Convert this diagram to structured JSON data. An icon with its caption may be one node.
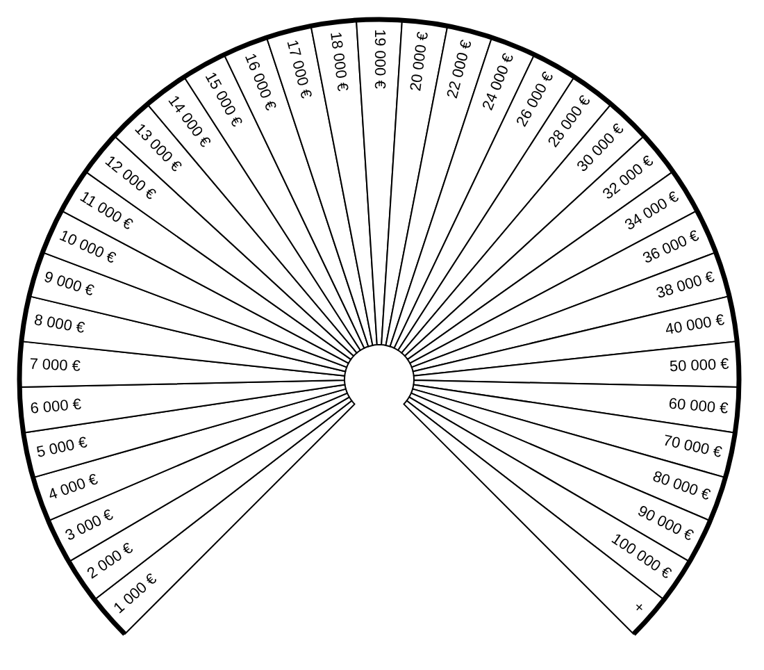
{
  "diagram": {
    "nodes": [
      {
        "text": [
          "1 000 €"
        ]
      },
      {
        "text": [
          "2 000 €"
        ]
      },
      {
        "text": [
          "3 000 €"
        ]
      },
      {
        "text": [
          "4 000 €"
        ]
      },
      {
        "text": [
          "5 000 €"
        ]
      },
      {
        "text": [
          "6 000 €"
        ]
      },
      {
        "text": [
          "7 000 €"
        ]
      },
      {
        "text": [
          "8 000 €"
        ]
      },
      {
        "text": [
          "9 000 €"
        ]
      },
      {
        "text": [
          "10 000 €"
        ]
      },
      {
        "text": [
          "11 000 €"
        ]
      },
      {
        "text": [
          "12 000 €"
        ]
      },
      {
        "text": [
          "13 000 €"
        ]
      },
      {
        "text": [
          "14 000 €"
        ]
      },
      {
        "text": [
          "15 000 €"
        ]
      },
      {
        "text": [
          "16 000 €"
        ]
      },
      {
        "text": [
          "17 000 €"
        ]
      },
      {
        "text": [
          "18 000 €"
        ]
      },
      {
        "text": [
          "19 000 €"
        ]
      },
      {
        "text": [
          "20 000 €"
        ]
      },
      {
        "text": [
          "22 000 €"
        ]
      },
      {
        "text": [
          "24 000 €"
        ]
      },
      {
        "text": [
          "26 000 €"
        ]
      },
      {
        "text": [
          "28 000 €"
        ]
      },
      {
        "text": [
          "30 000 €"
        ]
      },
      {
        "text": [
          "32 000 €"
        ]
      },
      {
        "text": [
          "34 000 €"
        ]
      },
      {
        "text": [
          "36 000 €"
        ]
      },
      {
        "text": [
          "38 000 €"
        ]
      },
      {
        "text": [
          "40 000 €"
        ]
      },
      {
        "text": [
          "50 000 €"
        ]
      },
      {
        "text": [
          "60 000 €"
        ]
      },
      {
        "text": [
          "70 000 €"
        ]
      },
      {
        "text": [
          "80 000 €"
        ]
      },
      {
        "text": [
          "90 000 €"
        ]
      },
      {
        "text": [
          "100 000 €"
        ]
      },
      {
        "text": [
          "+"
        ]
      }
    ]
  }
}
